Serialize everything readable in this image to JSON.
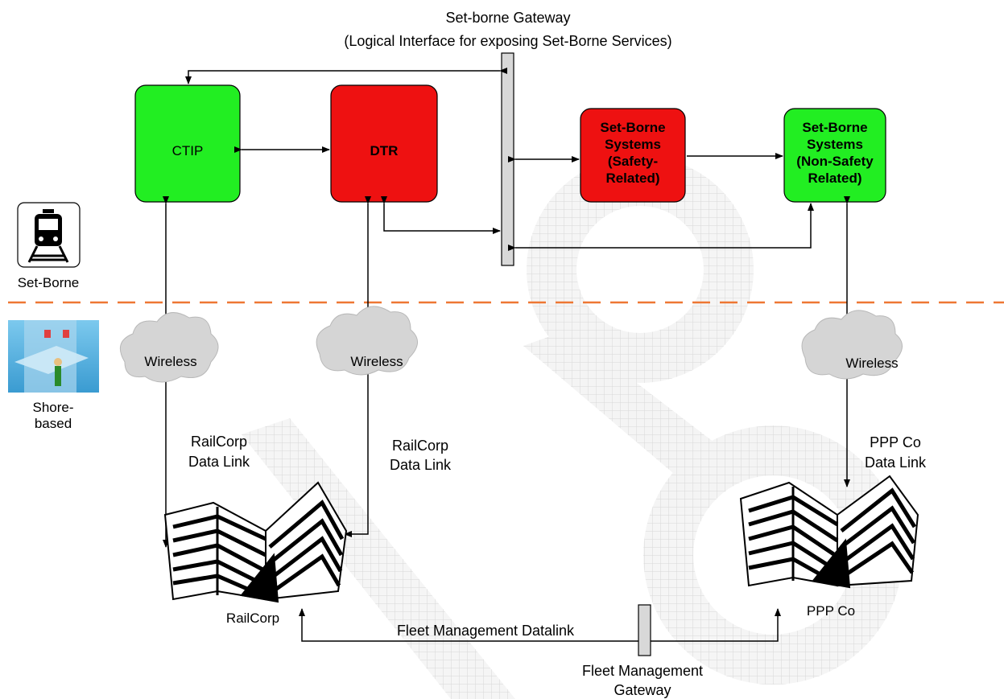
{
  "gateway": {
    "title_line1": "Set-borne Gateway",
    "title_line2": "(Logical Interface for exposing Set-Borne Services)"
  },
  "boxes": {
    "ctip": {
      "label": "CTIP",
      "color": "#22ee22"
    },
    "dtr": {
      "label": "DTR",
      "color": "#ee1111"
    },
    "safety": {
      "line1": "Set-Borne",
      "line2": "Systems",
      "line3": "(Safety-",
      "line4": "Related)",
      "color": "#ee1111"
    },
    "nonsafety": {
      "line1": "Set-Borne",
      "line2": "Systems",
      "line3": "(Non-Safety",
      "line4": "Related)",
      "color": "#22ee22"
    }
  },
  "zones": {
    "set_borne": "Set-Borne",
    "shore_line1": "Shore-",
    "shore_line2": "based",
    "divider_color": "#ee7733"
  },
  "wireless": {
    "left": "Wireless",
    "middle": "Wireless",
    "right": "Wireless"
  },
  "links": {
    "railcorp1_line1": "RailCorp",
    "railcorp1_line2": "Data Link",
    "railcorp2_line1": "RailCorp",
    "railcorp2_line2": "Data Link",
    "ppp_line1": "PPP Co",
    "ppp_line2": "Data Link"
  },
  "sites": {
    "railcorp": "RailCorp",
    "pppco": "PPP Co"
  },
  "fleet": {
    "datalink": "Fleet Management Datalink",
    "gateway_line1": "Fleet Management",
    "gateway_line2": "Gateway"
  },
  "icons": [
    "train-icon",
    "shore-office-icon",
    "cloud-icon",
    "building-icon"
  ]
}
